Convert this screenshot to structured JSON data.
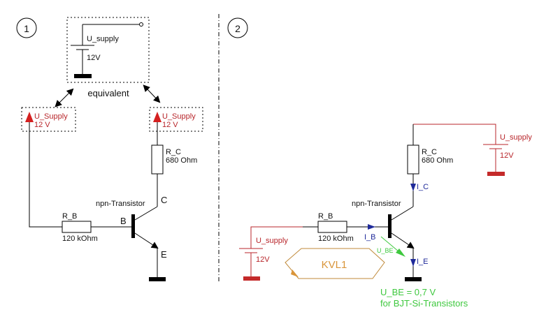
{
  "panel1": {
    "number": "1",
    "equivalent_box": {
      "supply_label": "U_supply",
      "voltage_label": "12V"
    },
    "equivalent_label": "equivalent",
    "left_supply": {
      "name": "U_Supply",
      "voltage": "12 V"
    },
    "right_supply": {
      "name": "U_Supply",
      "voltage": "12 V"
    },
    "rc": {
      "name": "R_C",
      "value": "680 Ohm"
    },
    "rb": {
      "name": "R_B",
      "value": "120 kOhm"
    },
    "transistor_label": "npn-Transistor",
    "pins": {
      "base": "B",
      "collector": "C",
      "emitter": "E"
    }
  },
  "panel2": {
    "number": "2",
    "supply_collector": {
      "name": "U_supply",
      "voltage": "12V"
    },
    "supply_base": {
      "name": "U_supply",
      "voltage": "12V"
    },
    "rc": {
      "name": "R_C",
      "value": "680 Ohm"
    },
    "rb": {
      "name": "R_B",
      "value": "120 kOhm"
    },
    "transistor_label": "npn-Transistor",
    "currents": {
      "ic": "I_C",
      "ib": "I_B",
      "ie": "I_E"
    },
    "ube_label": "U_BE",
    "kvl_label": "KVL1",
    "note_line1": "U_BE = 0,7 V",
    "note_line2": "for BJT-Si-Transistors"
  },
  "colors": {
    "wire": "#000000",
    "supply_red": "#b8262b",
    "current_blue": "#1f2a9a",
    "ube_green": "#3ec83e",
    "kvl_orange": "#d9953a"
  }
}
